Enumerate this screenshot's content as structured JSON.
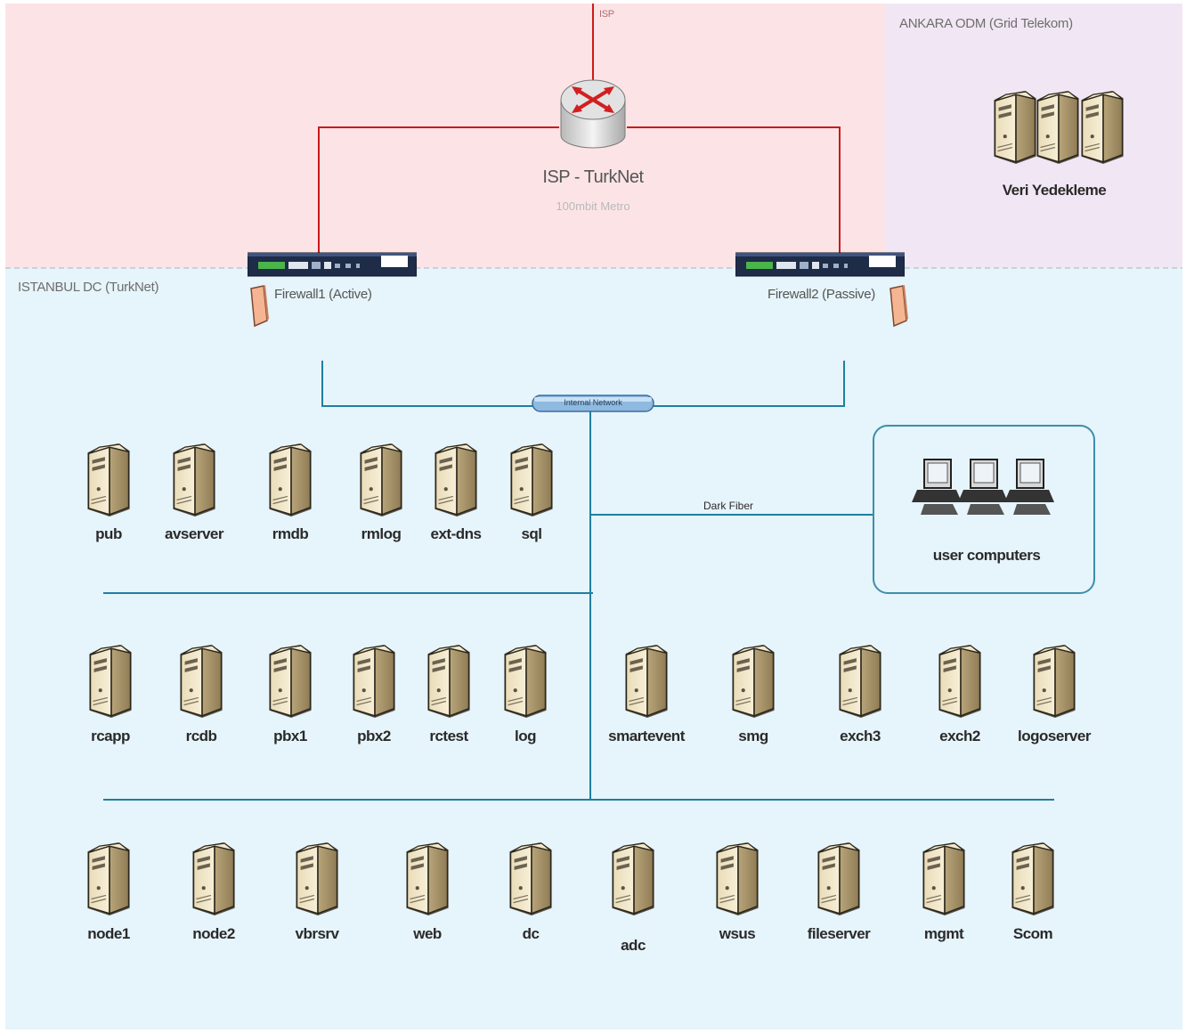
{
  "zones": {
    "isp_uplink_label": "ISP",
    "ankara_title": "ANKARA ODM (Grid Telekom)",
    "istanbul_title": "ISTANBUL DC (TurkNet)"
  },
  "router": {
    "title": "ISP - TurkNet",
    "subtitle": "100mbit Metro"
  },
  "backup": {
    "label": "Veri Yedekleme"
  },
  "firewalls": {
    "fw1_label": "Firewall1 (Active)",
    "fw2_label": "Firewall2 (Passive)"
  },
  "internal_network": {
    "label": "Internal Network"
  },
  "dark_fiber": {
    "label": "Dark Fiber"
  },
  "user_computers": {
    "label": "user computers"
  },
  "rows": {
    "row1": [
      "pub",
      "avserver",
      "rmdb",
      "rmlog",
      "ext-dns",
      "sql"
    ],
    "row2": [
      "rcapp",
      "rcdb",
      "pbx1",
      "pbx2",
      "rctest",
      "log",
      "smartevent",
      "smg",
      "exch3",
      "exch2",
      "logoserver"
    ],
    "row3": [
      "node1",
      "node2",
      "vbrsrv",
      "web",
      "dc",
      "adc",
      "wsus",
      "fileserver",
      "mgmt",
      "Scom"
    ]
  },
  "colors": {
    "isp_zone": "#fce4e6",
    "ankara_zone": "#f1e7f4",
    "istanbul_zone": "#e6f4fb",
    "wan_link": "#cc1a1a",
    "lan_link": "#1f7fa0"
  }
}
